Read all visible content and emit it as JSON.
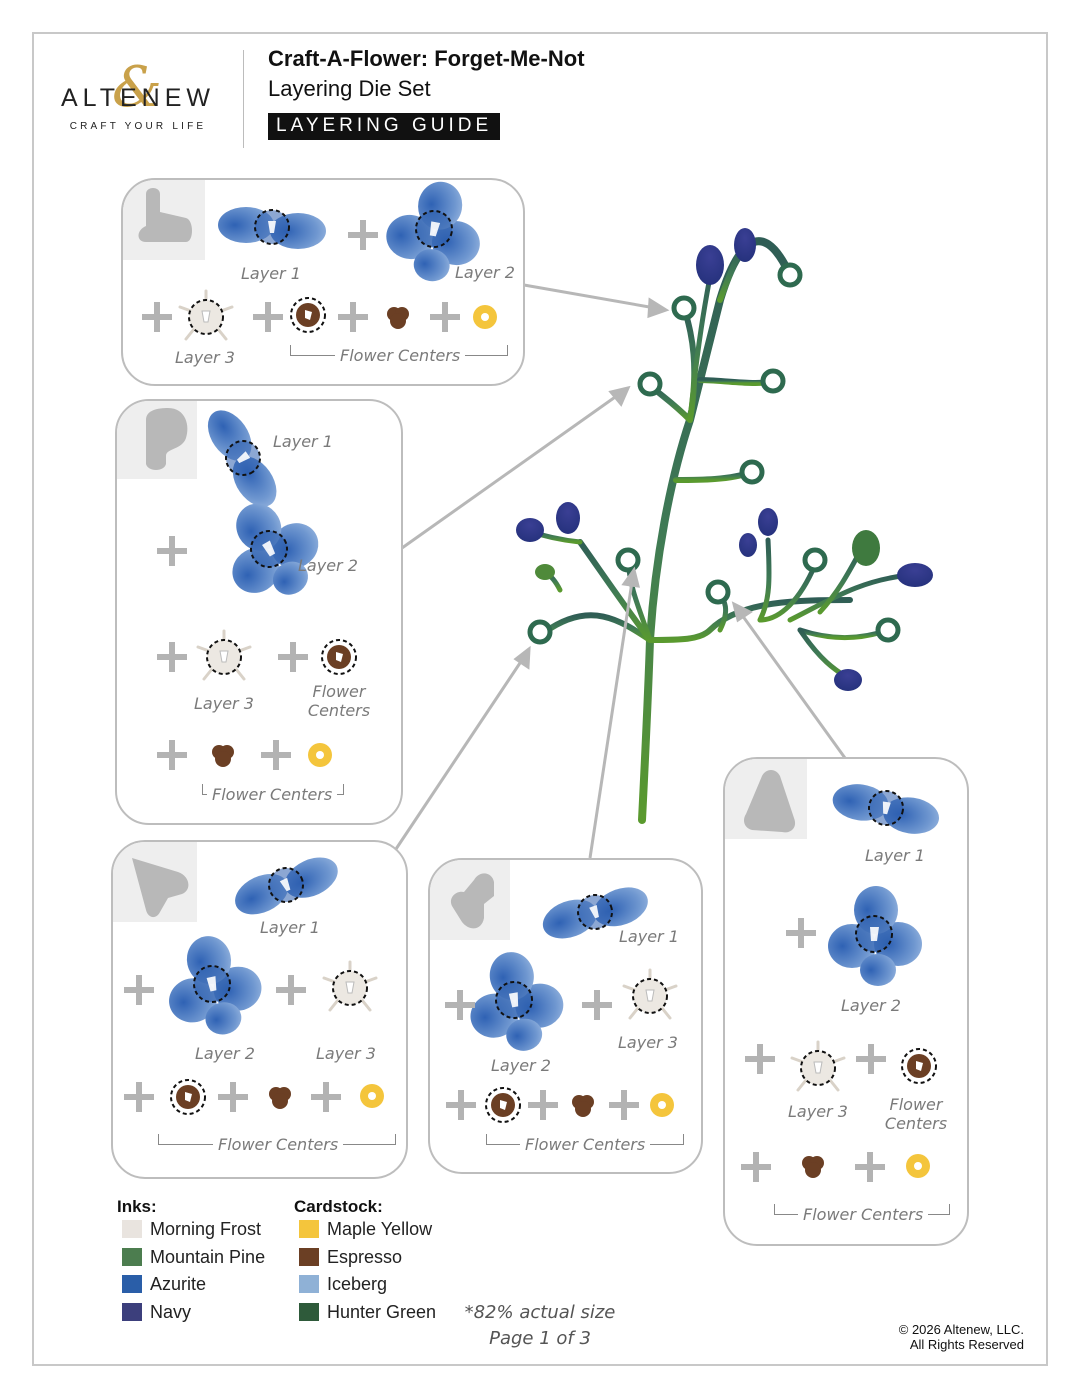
{
  "brand": {
    "name": "ALTENEW",
    "tagline": "CRAFT YOUR LIFE"
  },
  "header": {
    "title": "Craft-A-Flower: Forget-Me-Not",
    "subtitle": "Layering Die Set",
    "badge": "LAYERING GUIDE"
  },
  "panels": [
    {
      "labels": [
        "Layer 1",
        "Layer 2",
        "Layer 3"
      ],
      "centers": "Flower Centers"
    },
    {
      "labels": [
        "Layer 1",
        "Layer 2",
        "Layer 3"
      ],
      "centers_top": "Flower Centers",
      "centers": "Flower Centers"
    },
    {
      "labels": [
        "Layer 1",
        "Layer 2",
        "Layer 3"
      ],
      "centers": "Flower Centers"
    },
    {
      "labels": [
        "Layer 1",
        "Layer 2",
        "Layer 3"
      ],
      "centers": "Flower Centers"
    },
    {
      "labels": [
        "Layer 1",
        "Layer 2",
        "Layer 3"
      ],
      "centers_top": "Flower Centers",
      "centers": "Flower Centers"
    }
  ],
  "legend": {
    "inks_title": "Inks:",
    "inks": [
      {
        "name": "Morning Frost",
        "color": "#e9e4df"
      },
      {
        "name": "Mountain Pine",
        "color": "#4c7d4f"
      },
      {
        "name": "Azurite",
        "color": "#2a5ea8"
      },
      {
        "name": "Navy",
        "color": "#3c3f7c"
      }
    ],
    "cardstock_title": "Cardstock:",
    "cardstock": [
      {
        "name": "Maple Yellow",
        "color": "#f4c53c"
      },
      {
        "name": "Espresso",
        "color": "#6b3f24"
      },
      {
        "name": "Iceberg",
        "color": "#8fb1d6"
      },
      {
        "name": "Hunter Green",
        "color": "#2e5a3a"
      }
    ]
  },
  "footer": {
    "size_note": "*82% actual size",
    "page": "Page 1 of 3",
    "copyright": "© 2026 Altenew, LLC.",
    "rights": "All Rights Reserved"
  }
}
